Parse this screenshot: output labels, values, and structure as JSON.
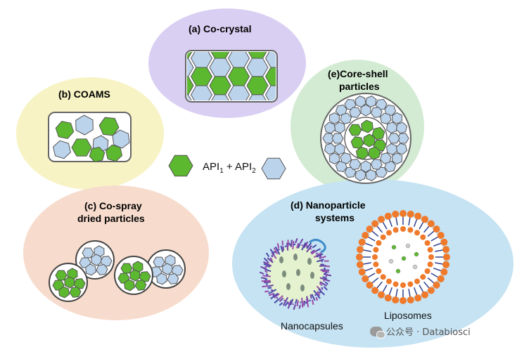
{
  "labels": {
    "co_crystal": "(a) Co-crystal",
    "coams": "(b) COAMS",
    "core_shell_line1": "(e)Core-shell",
    "core_shell_line2": "particles",
    "co_spray_line1": "(c) Co-spray",
    "co_spray_line2": "dried particles",
    "nano_line1": "(d) Nanoparticle",
    "nano_line2": "systems",
    "nanocapsules": "Nanocapsules",
    "liposomes": "Liposomes"
  },
  "legend": {
    "api": "API",
    "sub1": "1",
    "plus": " + ",
    "sub2": "2"
  },
  "watermark": "公众号 · Databiosci",
  "colors": {
    "api1": "#5cb82f",
    "api2": "#bcd3ec",
    "co_crystal_bg": "#d9cff2",
    "coams_bg": "#f7f3c4",
    "core_shell_bg": "#d3ebd3",
    "co_spray_bg": "#f7dccd",
    "nano_bg": "#c6e3f3",
    "lipid_head": "#ef7a2c"
  }
}
